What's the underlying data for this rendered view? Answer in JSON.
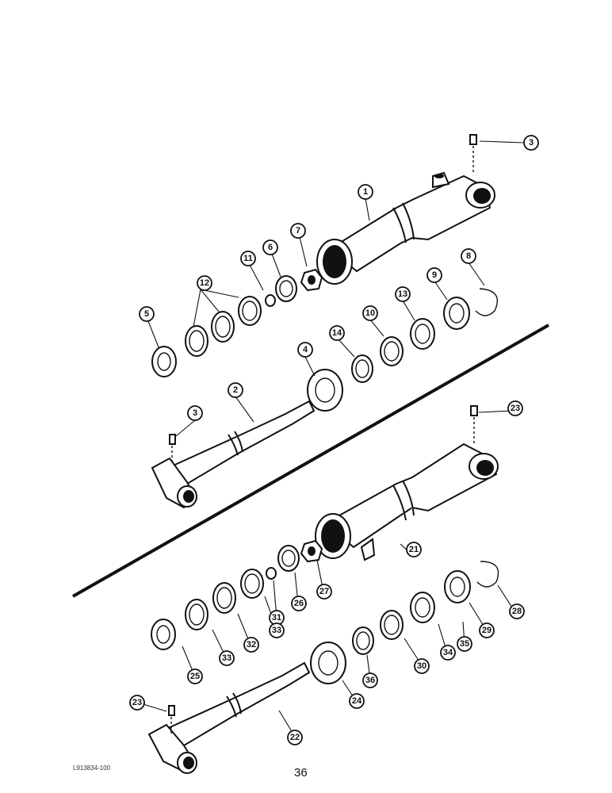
{
  "figure": {
    "reference_code": "L913834-100",
    "page_number": "36"
  },
  "upper_assembly": {
    "callouts": [
      "1",
      "2",
      "3",
      "3",
      "4",
      "5",
      "6",
      "7",
      "8",
      "9",
      "10",
      "11",
      "12",
      "13",
      "14"
    ]
  },
  "lower_assembly": {
    "callouts": [
      "21",
      "22",
      "23",
      "23",
      "24",
      "25",
      "26",
      "27",
      "28",
      "29",
      "30",
      "31",
      "32",
      "33",
      "33",
      "34",
      "35",
      "36"
    ]
  }
}
